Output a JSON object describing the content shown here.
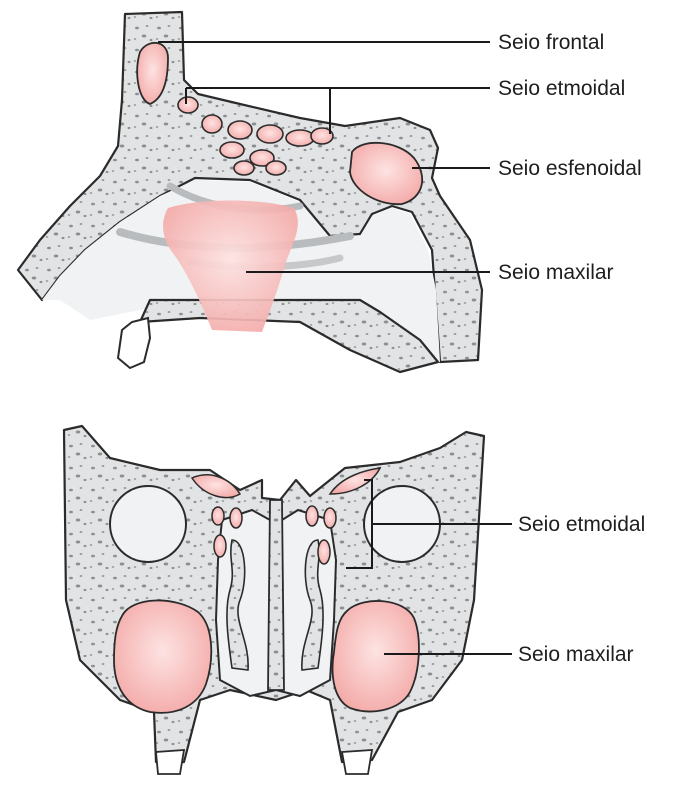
{
  "labels": {
    "sagittal": {
      "frontal": "Seio frontal",
      "ethmoid": "Seio etmoidal",
      "sphenoid": "Seio esfenoidal",
      "maxillary": "Seio maxilar"
    },
    "coronal": {
      "ethmoid": "Seio etmoidal",
      "maxillary": "Seio maxilar"
    }
  },
  "colors": {
    "bone": "#e2e3e4",
    "bone_outline": "#2b2b2b",
    "sinus": "#f5b3b1",
    "sinus_core": "#fbd9d8",
    "cavity": "#f1f2f3",
    "line": "#1a1a1a"
  }
}
